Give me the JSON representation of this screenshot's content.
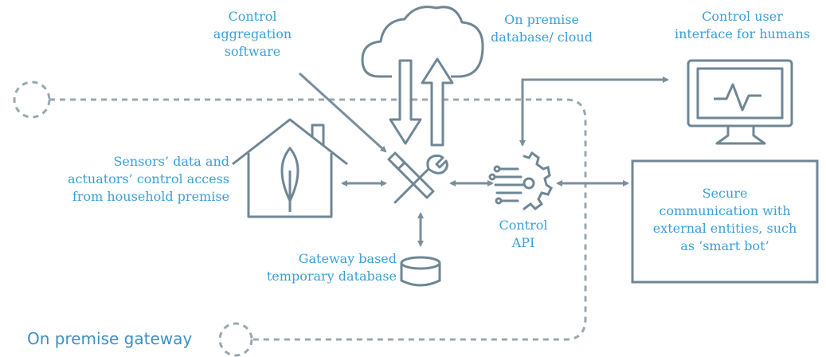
{
  "labels": {
    "control_aggregation": "Control\naggregation\nsoftware",
    "on_premise_cloud": "On premise\ndatabase/ cloud",
    "control_ui": "Control user\ninterface for humans",
    "sensors_access": "Sensors’ data and\nactuators’ control access\nfrom household premise",
    "control_api": "Control\nAPI",
    "gateway_database": "Gateway based\ntemporary database",
    "secure_communication": "Secure\ncommunication with\nexternal entities, such\nas ‘smart bot’",
    "on_premise_gateway": "On premise gateway"
  },
  "icons": {
    "cloud": "cloud-icon",
    "house": "house-icon",
    "tools": "tools-icon",
    "api": "api-chip-icon",
    "monitor": "monitor-icon",
    "database": "database-icon"
  },
  "colors": {
    "label_blue": "#3aa0d8",
    "icon_gray": "#6f8795",
    "line_gray": "#8a9ba6"
  }
}
